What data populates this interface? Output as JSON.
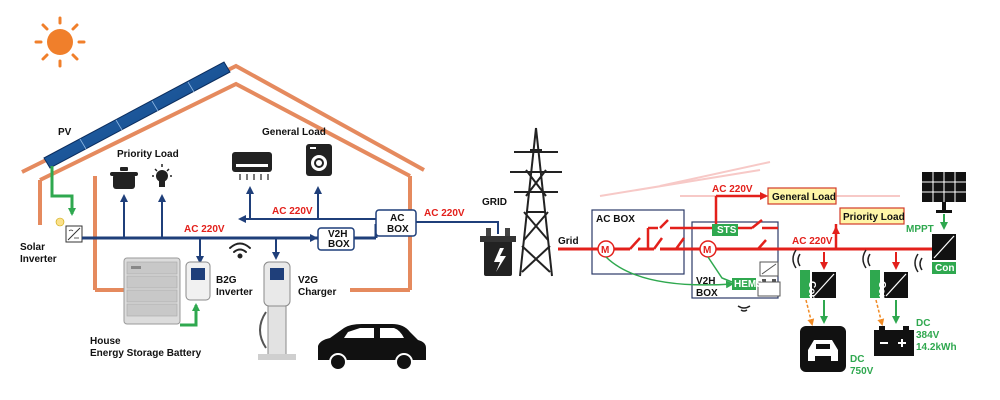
{
  "house": {
    "pv": "PV",
    "priority_load": "Priority Load",
    "general_load": "General Load",
    "ac_220v_bus": "AC 220V",
    "ac_220v_general": "AC 220V",
    "ac_220v_grid": "AC 220V",
    "v2h_box": [
      "V2H",
      "BOX"
    ],
    "ac_box": [
      "AC",
      "BOX"
    ],
    "grid": "GRID",
    "solar_inverter": [
      "Solar",
      "Inverter"
    ],
    "b2g_inverter": [
      "B2G",
      "Inverter"
    ],
    "v2g_charger": [
      "V2G",
      "Charger"
    ],
    "battery": [
      "House",
      "Energy Storage Battery"
    ]
  },
  "schematic": {
    "ac_220v_top": "AC 220V",
    "general_load": "General Load",
    "priority_load": "Priority Load",
    "ac_box": "AC BOX",
    "grid": "Grid",
    "sts": "STS",
    "ac_220v_mid": "AC 220V",
    "mppt": "MPPT",
    "v2h_box": [
      "V2H",
      "BOX"
    ],
    "hems": "HEMS",
    "con": "Con",
    "meter": "M",
    "dc_car": [
      "DC",
      "750V"
    ],
    "dc_battery": [
      "DC",
      "384V",
      "14.2kWh"
    ]
  },
  "colors": {
    "red_line": "#e3201b",
    "blue_line": "#1f3f7a",
    "green_line": "#2fa84f",
    "roof": "#e58a5e",
    "sun": "#f07f2b",
    "load_box_fill": "#fff6a8",
    "load_box_border": "#d23b2a"
  }
}
